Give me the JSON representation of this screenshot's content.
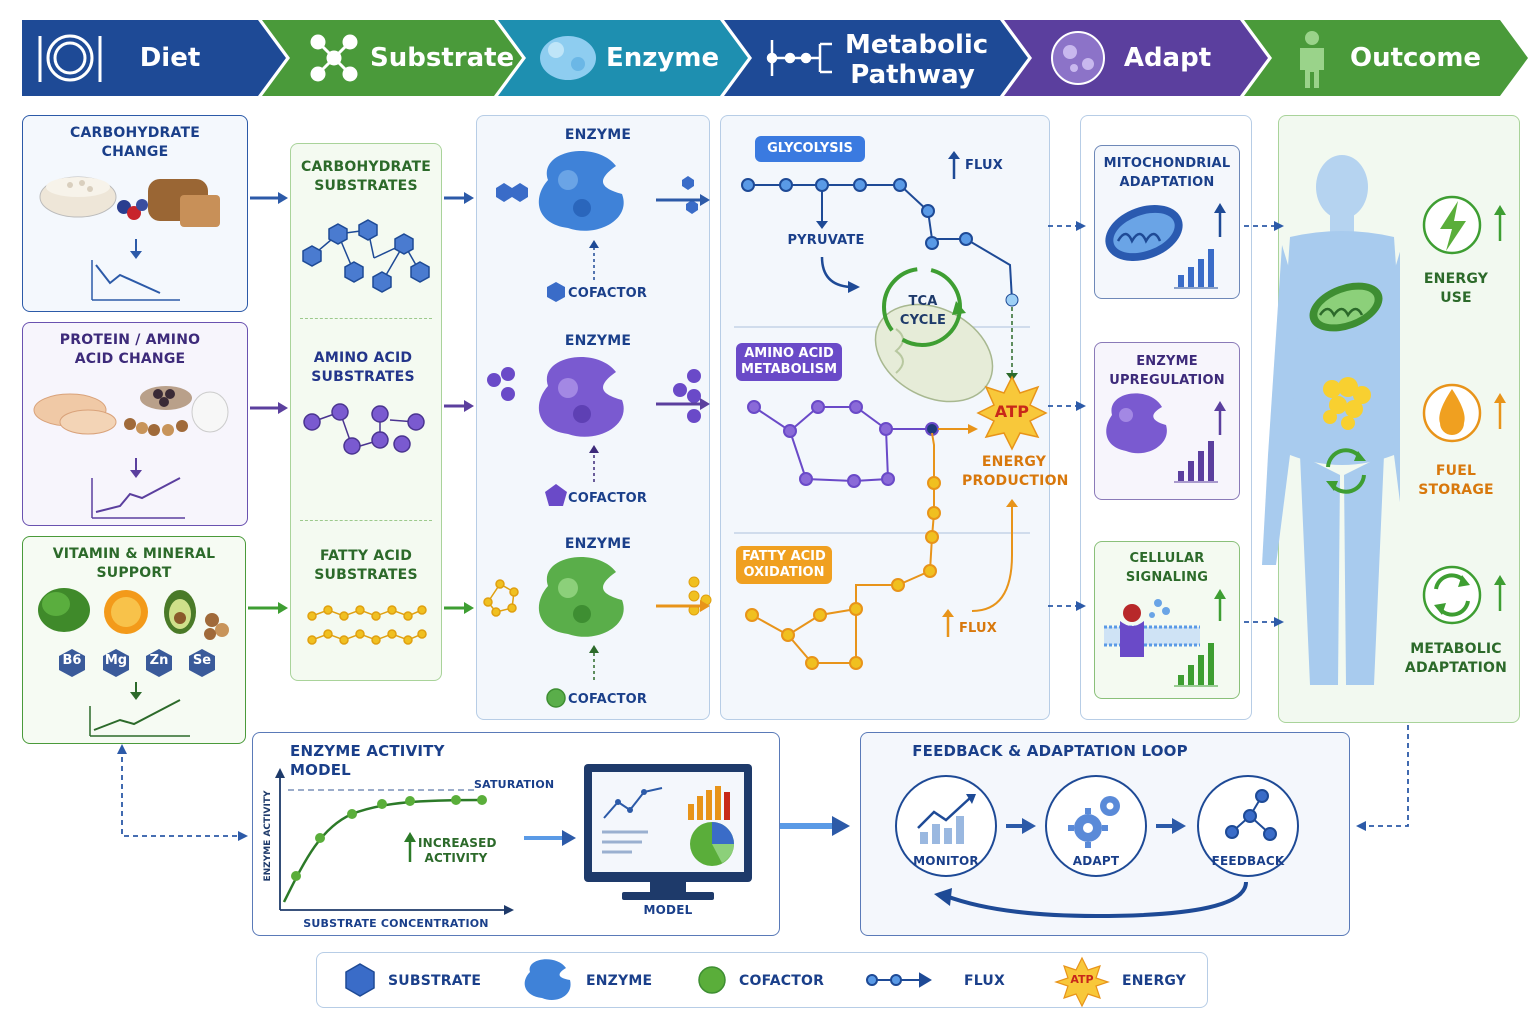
{
  "header": {
    "steps": [
      {
        "label": "Diet",
        "color": "#1e4a96"
      },
      {
        "label": "Substrate",
        "color": "#4a9a3a"
      },
      {
        "label": "Enzyme",
        "color": "#1e8fb0"
      },
      {
        "label": "Metabolic",
        "label2": "Pathway",
        "color": "#1e4a96"
      },
      {
        "label": "Adapt",
        "color": "#5b3f9e"
      },
      {
        "label": "Outcome",
        "color": "#4a9a3a"
      }
    ]
  },
  "diet": {
    "carb": "CARBOHYDRATE\nCHANGE",
    "protein": "PROTEIN / AMINO\nACID CHANGE",
    "vitamin": "VITAMIN & MINERAL\nSUPPORT",
    "minerals": [
      "B6",
      "Mg",
      "Zn",
      "Se"
    ]
  },
  "substrates": {
    "carb": "CARBOHYDRATE\nSUBSTRATES",
    "amino": "AMINO ACID\nSUBSTRATES",
    "fatty": "FATTY ACID\nSUBSTRATES"
  },
  "enzymes": {
    "title": "ENZYME",
    "cofactor": "COFACTOR"
  },
  "pathway": {
    "glycolysis": "GLYCOLYSIS",
    "flux": "FLUX",
    "pyruvate": "PYRUVATE",
    "tca": "TCA\nCYCLE",
    "amino": "AMINO ACID\nMETABOLISM",
    "fatty": "FATTY ACID\nOXIDATION",
    "atp": "ATP",
    "energy": "ENERGY\nPRODUCTION"
  },
  "adapt": {
    "mito": "MITOCHONDRIAL\nADAPTATION",
    "enzyme": "ENZYME\nUPREGULATION",
    "signal": "CELLULAR\nSIGNALING"
  },
  "outcome": {
    "energy": "ENERGY\nUSE",
    "fuel": "FUEL\nSTORAGE",
    "metabolic": "METABOLIC\nADAPTATION"
  },
  "model": {
    "title": "ENZYME ACTIVITY MODEL",
    "saturation": "SATURATION",
    "increased": "INCREASED\nACTIVITY",
    "yaxis": "ENZYME ACTIVITY",
    "xaxis": "SUBSTRATE CONCENTRATION",
    "monitor": "MODEL"
  },
  "feedback": {
    "title": "FEEDBACK & ADAPTATION LOOP",
    "monitor": "MONITOR",
    "adapt": "ADAPT",
    "feedback": "FEEDBACK"
  },
  "legend": {
    "substrate": "SUBSTRATE",
    "enzyme": "ENZYME",
    "cofactor": "COFACTOR",
    "flux": "FLUX",
    "atp": "ATP",
    "energy": "ENERGY"
  },
  "colors": {
    "blue": "#1e4a96",
    "green": "#4a9a3a",
    "purple": "#5b3f9e",
    "orange": "#e89a1a",
    "cyan": "#1e8fb0"
  }
}
